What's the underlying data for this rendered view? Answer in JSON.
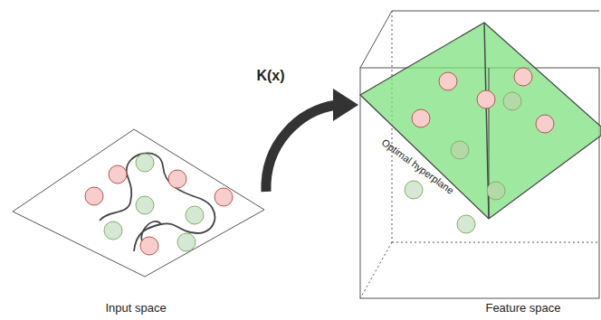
{
  "diagram": {
    "labels": [
      "K(x)",
      "Optimal hyperplane",
      "Input space",
      "Feature space"
    ]
  }
}
